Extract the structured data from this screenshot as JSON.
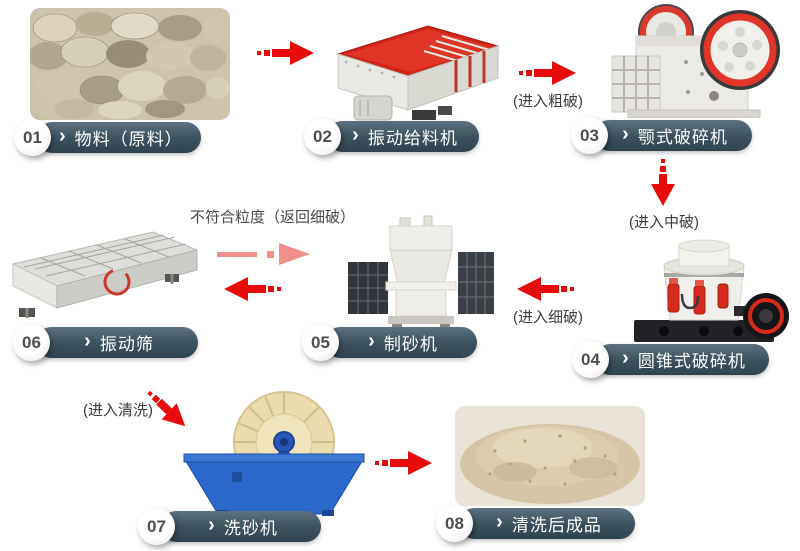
{
  "badge_chevron": "›",
  "steps": [
    {
      "number": "01",
      "label": "物料（原料）"
    },
    {
      "number": "02",
      "label": "振动给料机"
    },
    {
      "number": "03",
      "label": "颚式破碎机"
    },
    {
      "number": "04",
      "label": "圆锥式破碎机"
    },
    {
      "number": "05",
      "label": "制砂机"
    },
    {
      "number": "06",
      "label": "振动筛"
    },
    {
      "number": "07",
      "label": "洗砂机"
    },
    {
      "number": "08",
      "label": "清洗后成品"
    }
  ],
  "annotations": {
    "to_coarse": "(进入粗破)",
    "to_medium": "(进入中破)",
    "to_fine": "(进入细破)",
    "return_to_fine": "不符合粒度（返回细破）",
    "to_washing": "(进入清洗)"
  },
  "colors": {
    "arrow_red": "#e80b0b",
    "arrow_pink": "#f0908b",
    "badge_pill_dark": "#3e5360",
    "feeder_red": "#cf241a",
    "flywheel_red": "#e03528",
    "washer_blue": "#2a68cc",
    "wheel_cream": "#eadcae",
    "sand_tan": "#d6c5a6"
  }
}
